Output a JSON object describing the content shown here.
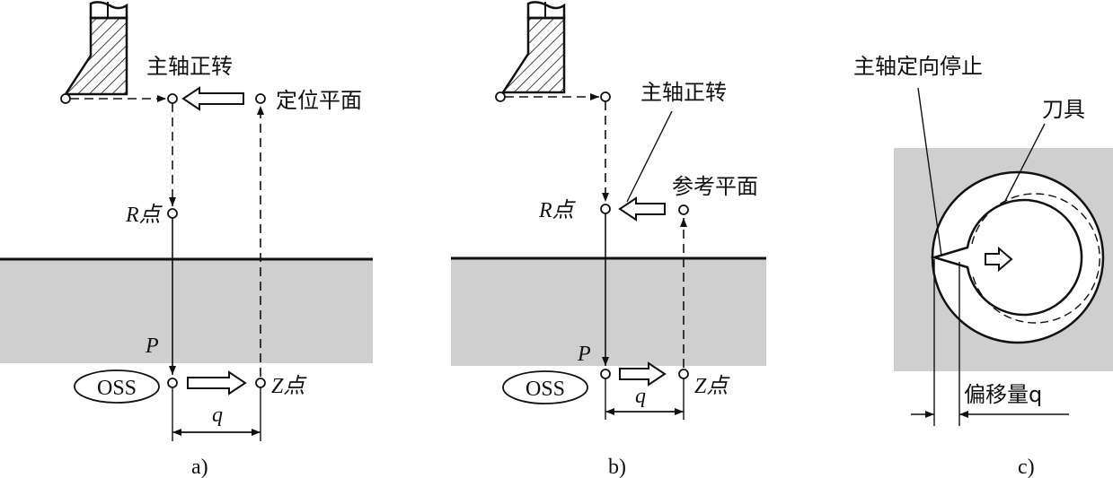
{
  "panel_a": {
    "spindle_label": "主轴正转",
    "positioning_plane_label": "定位平面",
    "r_point_label": "R点",
    "p_label": "P",
    "oss_label": "OSS",
    "z_point_label": "Z点",
    "q_label": "q",
    "caption": "a)"
  },
  "panel_b": {
    "spindle_label": "主轴正转",
    "reference_plane_label": "参考平面",
    "r_point_label": "R点",
    "p_label": "P",
    "oss_label": "OSS",
    "z_point_label": "Z点",
    "q_label": "q",
    "caption": "b)"
  },
  "panel_c": {
    "orient_stop_label": "主轴定向停止",
    "tool_label": "刀具",
    "offset_label": "偏移量q",
    "caption": "c)"
  },
  "colors": {
    "workpiece": "#cfcfcf",
    "line": "#111111",
    "background": "#ffffff"
  }
}
